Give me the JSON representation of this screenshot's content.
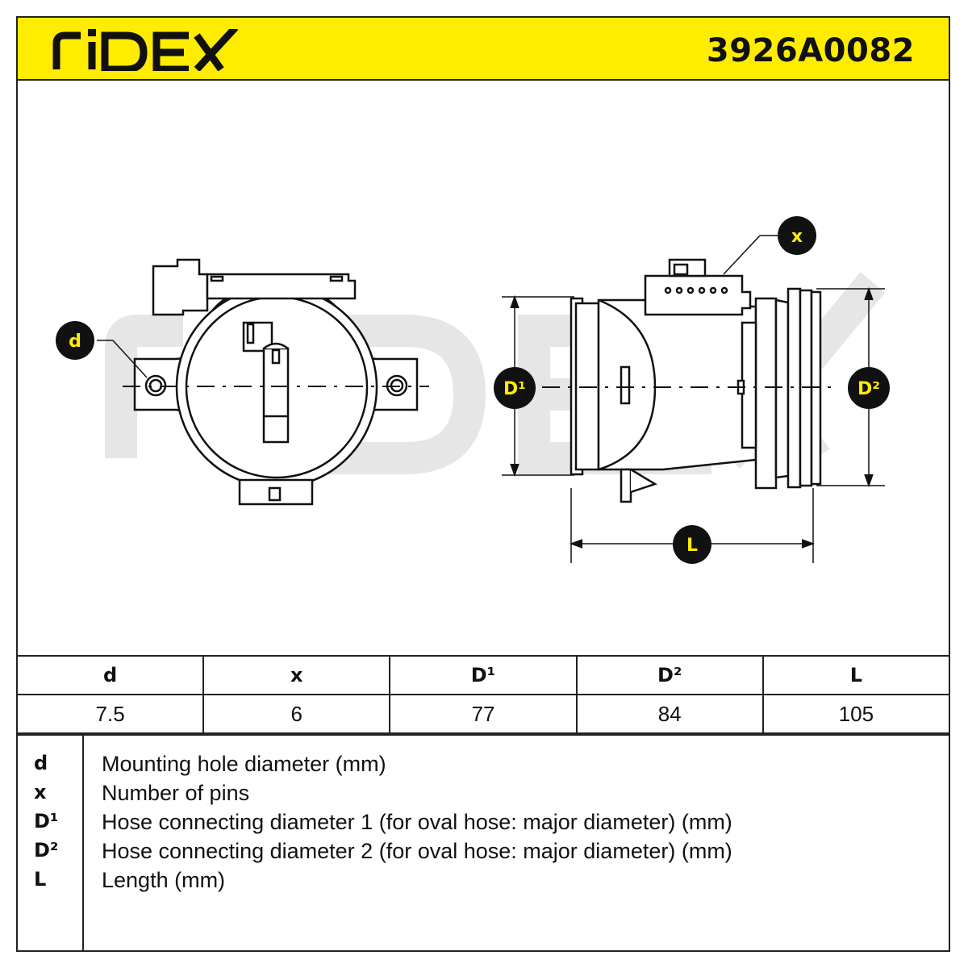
{
  "brand": {
    "name": "RIDEX",
    "part_number": "3926A0082",
    "accent_color": "#ffec00",
    "watermark_color": "#e8e8e8"
  },
  "drawing": {
    "labels": {
      "d": "d",
      "x": "x",
      "D1": "D¹",
      "D2": "D²",
      "L": "L"
    }
  },
  "table": {
    "headers": [
      "d",
      "x",
      "D¹",
      "D²",
      "L"
    ],
    "values": [
      "7.5",
      "6",
      "77",
      "84",
      "105"
    ]
  },
  "legend": [
    {
      "symbol": "d",
      "description": "Mounting hole diameter (mm)"
    },
    {
      "symbol": "x",
      "description": "Number of pins"
    },
    {
      "symbol": "D¹",
      "description": "Hose connecting diameter 1 (for oval hose: major diameter) (mm)"
    },
    {
      "symbol": "D²",
      "description": "Hose connecting diameter 2 (for oval hose: major diameter) (mm)"
    },
    {
      "symbol": "L",
      "description": "Length (mm)"
    }
  ]
}
